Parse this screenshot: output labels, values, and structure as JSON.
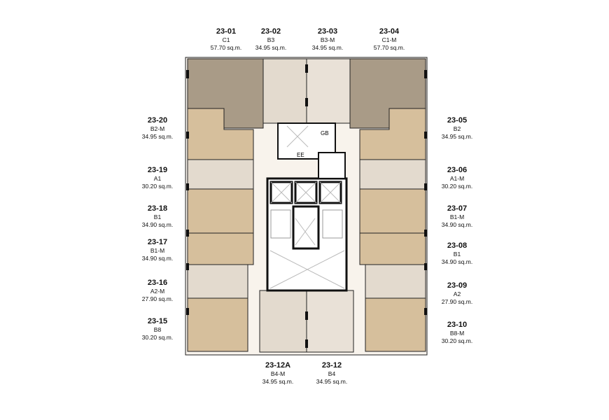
{
  "title": "Floor 23 plan",
  "units": [
    {
      "id": "23-01",
      "type": "C1",
      "area": "57.70 sq.m."
    },
    {
      "id": "23-02",
      "type": "B3",
      "area": "34.95 sq.m."
    },
    {
      "id": "23-03",
      "type": "B3-M",
      "area": "34.95 sq.m."
    },
    {
      "id": "23-04",
      "type": "C1-M",
      "area": "57.70 sq.m."
    },
    {
      "id": "23-05",
      "type": "B2",
      "area": "34.95 sq.m."
    },
    {
      "id": "23-06",
      "type": "A1-M",
      "area": "30.20 sq.m."
    },
    {
      "id": "23-07",
      "type": "B1-M",
      "area": "34.90 sq.m."
    },
    {
      "id": "23-08",
      "type": "B1",
      "area": "34.90 sq.m."
    },
    {
      "id": "23-09",
      "type": "A2",
      "area": "27.90 sq.m."
    },
    {
      "id": "23-10",
      "type": "B8-M",
      "area": "30.20 sq.m."
    },
    {
      "id": "23-12",
      "type": "B4",
      "area": "34.95 sq.m."
    },
    {
      "id": "23-12A",
      "type": "B4-M",
      "area": "34.95 sq.m."
    },
    {
      "id": "23-15",
      "type": "B8",
      "area": "30.20 sq.m."
    },
    {
      "id": "23-16",
      "type": "A2-M",
      "area": "27.90 sq.m."
    },
    {
      "id": "23-17",
      "type": "B1-M",
      "area": "34.90 sq.m."
    },
    {
      "id": "23-18",
      "type": "B1",
      "area": "34.90 sq.m."
    },
    {
      "id": "23-19",
      "type": "A1",
      "area": "30.20 sq.m."
    },
    {
      "id": "23-20",
      "type": "B2-M",
      "area": "34.95 sq.m."
    }
  ],
  "core_labels": {
    "gb": "GB",
    "ee": "EE"
  },
  "colors": {
    "dark": "#a99b87",
    "tan": "#d6bf9c",
    "light": "#e3dace",
    "lighter": "#e9e1d7",
    "corridor": "#f8f3ec",
    "wall": "#111111"
  }
}
